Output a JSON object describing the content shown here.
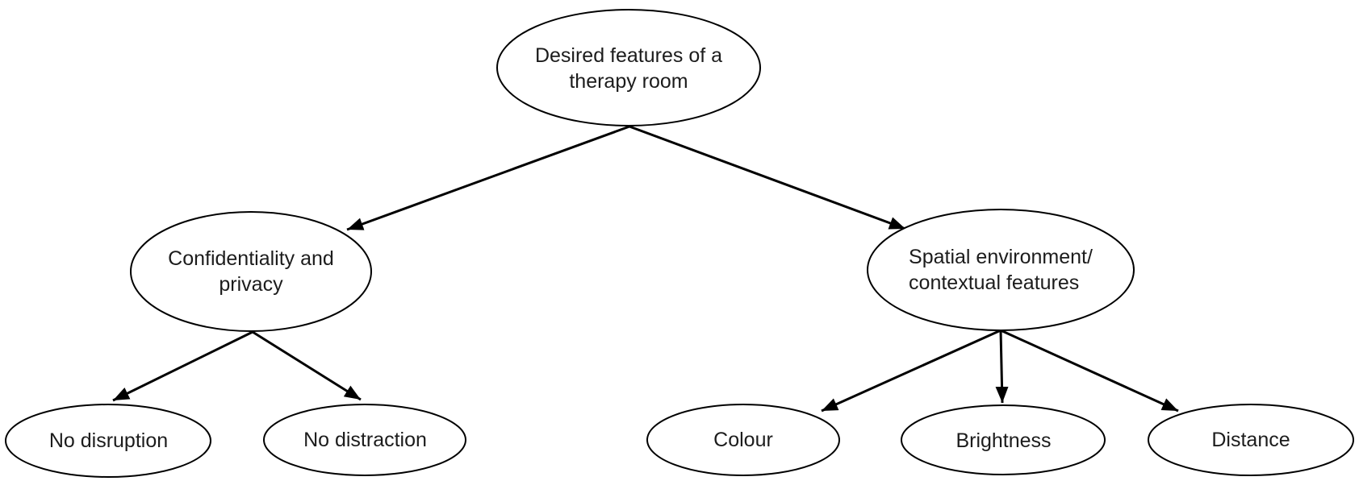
{
  "diagram": {
    "type": "tree",
    "colors": {
      "background": "#ffffff",
      "stroke": "#000000",
      "text": "#1c1c1c"
    },
    "nodes": {
      "root": {
        "label": "Desired features of a\ntherapy room"
      },
      "confidentiality": {
        "label": "Confidentiality and\nprivacy"
      },
      "spatial": {
        "label": "Spatial environment/\ncontextual features"
      },
      "no_disruption": {
        "label": "No disruption"
      },
      "no_distraction": {
        "label": "No distraction"
      },
      "colour": {
        "label": "Colour"
      },
      "brightness": {
        "label": "Brightness"
      },
      "distance": {
        "label": "Distance"
      }
    },
    "edges": [
      {
        "from": "root",
        "to": "confidentiality"
      },
      {
        "from": "root",
        "to": "spatial"
      },
      {
        "from": "confidentiality",
        "to": "no_disruption"
      },
      {
        "from": "confidentiality",
        "to": "no_distraction"
      },
      {
        "from": "spatial",
        "to": "colour"
      },
      {
        "from": "spatial",
        "to": "brightness"
      },
      {
        "from": "spatial",
        "to": "distance"
      }
    ]
  }
}
